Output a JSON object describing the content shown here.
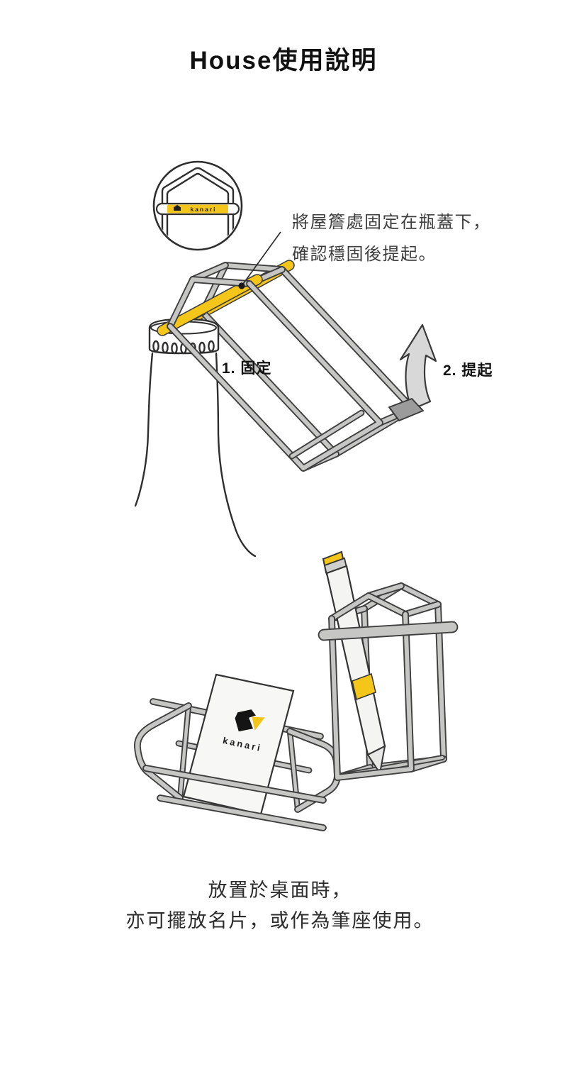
{
  "page": {
    "title": "House使用說明"
  },
  "instructions": {
    "annotation_line1": "將屋簷處固定在瓶蓋下，",
    "annotation_line2": "確認穩固後提起。",
    "step1_label": "1. 固定",
    "step2_label": "2. 提起"
  },
  "caption": {
    "line1": "放置於桌面時，",
    "line2": "亦可擺放名片，或作為筆座使用。"
  },
  "brand": {
    "band_logo_text": "kanari",
    "card_logo_text": "kanari"
  },
  "colors": {
    "accent_yellow": "#F5C61A",
    "wire_gray": "#C6C7C5",
    "wire_outline": "#3F3F3F",
    "text_dark": "#111111",
    "text_gray": "#3D3D3D"
  }
}
